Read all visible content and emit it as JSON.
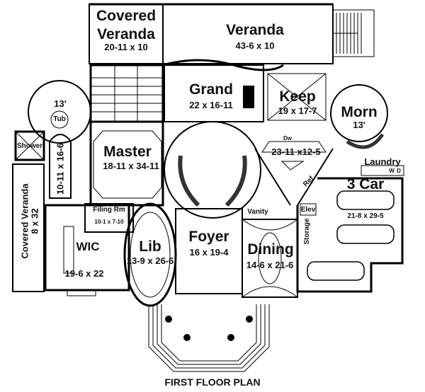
{
  "plan_title": "FIRST FLOOR PLAN",
  "colors": {
    "wall": "#000000",
    "line": "#222222",
    "background": "#ffffff"
  },
  "rooms": {
    "covered_veranda_top": {
      "name_line1": "Covered",
      "name_line2": "Veranda",
      "size": "20-11 x 10"
    },
    "veranda": {
      "name": "Veranda",
      "size": "43-6 x 10"
    },
    "grand": {
      "name": "Grand",
      "size": "22 x 16-11"
    },
    "keep": {
      "name": "Keep",
      "size": "19 x 17-7"
    },
    "morn": {
      "name": "Morn",
      "size": "13'"
    },
    "kitchen": {
      "size": "23-11 x12-5"
    },
    "laundry": {
      "name": "Laundry",
      "w": "W",
      "d": "D"
    },
    "garage": {
      "name": "3 Car",
      "size": "21-8 x 29-5"
    },
    "master": {
      "name": "Master",
      "size": "18-11 x 34-11"
    },
    "bath_round": {
      "size": "13'",
      "tub": "Tub"
    },
    "shower": {
      "name": "Shower"
    },
    "bath_hall": {
      "size": "10-11 x 16-6"
    },
    "covered_veranda_side": {
      "name": "Covered Veranda",
      "size": "8 x 32"
    },
    "filing": {
      "name": "Filing Rm",
      "size": "10-1 x 7-10"
    },
    "wic": {
      "name": "WIC",
      "size": "19-6 x 22"
    },
    "lib": {
      "name": "Lib",
      "size": "13-9 x 26-6"
    },
    "foyer": {
      "name": "Foyer",
      "size": "16 x 19-4"
    },
    "vanity": {
      "name": "Vanity"
    },
    "dining": {
      "name": "Dining",
      "size": "14-6 x 21-6"
    },
    "storage": {
      "name": "Storage"
    },
    "elev": {
      "name": "Elev"
    },
    "ref": {
      "name": "Ref"
    },
    "dw": {
      "name": "Dw"
    }
  }
}
